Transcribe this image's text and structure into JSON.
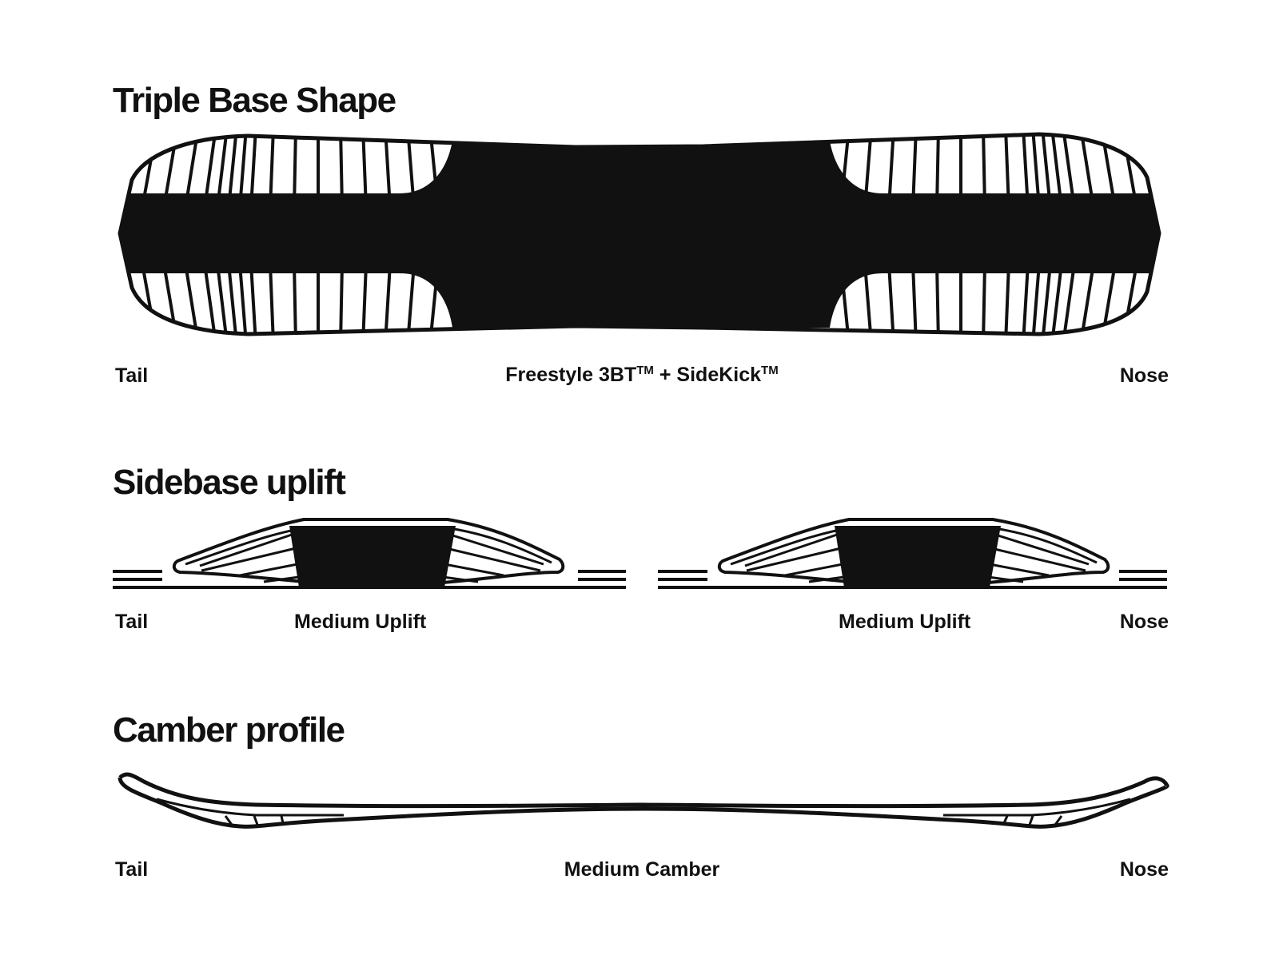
{
  "triple_base": {
    "title": "Triple Base Shape",
    "tail_label": "Tail",
    "center_label_a": "Freestyle 3BT",
    "tm_a": "TM",
    "center_label_plus": " + SideKick",
    "tm_b": "TM",
    "nose_label": "Nose"
  },
  "sidebase": {
    "title": "Sidebase uplift",
    "tail_label": "Tail",
    "left_uplift_label": "Medium Uplift",
    "right_uplift_label": "Medium Uplift",
    "nose_label": "Nose"
  },
  "camber": {
    "title": "Camber profile",
    "tail_label": "Tail",
    "center_label": "Medium Camber",
    "nose_label": "Nose"
  },
  "colors": {
    "ink": "#111111",
    "background": "#ffffff"
  }
}
